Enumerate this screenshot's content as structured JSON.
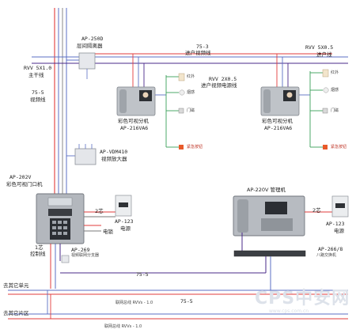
{
  "labels": {
    "ap250d_model": "AP-250D",
    "ap250d_name": "层间隔离器",
    "rvv5x10": "RVV 5X1.0",
    "main_trunk": "主干线",
    "cable_75_5_top": "75-5",
    "video_line": "视频线",
    "cable_75_3": "75-3",
    "home_video_line": "进户视频线",
    "rvv5x05": "RVV 5X0.5",
    "home_line": "进户线",
    "rvv2x05": "RVV 2X0.5",
    "home_video_power_line": "进户视频电源线",
    "indoor_name_1": "彩色可视分机",
    "indoor_model_1": "AP-216VA6",
    "indoor_name_2": "彩色可视分机",
    "indoor_model_2": "AP-216VA6",
    "vdm_model": "AP-VDM410",
    "vdm_name": "视频放大器",
    "ap202v_model": "AP-202V",
    "ap202v_name": "彩色可视门口机",
    "two_core_left": "2芯",
    "ap123_left_model": "AP-123",
    "ap123_left_name": "电源",
    "lock": "电锁",
    "one_core": "1芯",
    "control_line": "控制线",
    "ap269_model": "AP-269",
    "ap269_name": "视频联网分支器",
    "ap220v": "AP-220V 管理机",
    "two_core_right": "2芯",
    "ap123_right_model": "AP-123",
    "ap123_right_name": "电源",
    "ap266_model": "AP-266/8",
    "ap266_name": "八路交换机",
    "cable_75_5_mid": "75-5",
    "to_other_unit": "去其它单元",
    "bus_1": "联网总线 RVVs - 1.0",
    "cable_75_5_low": "75-5",
    "to_other_area": "去其它片区",
    "bus_2": "联网总线 RVVs - 1.0",
    "dev_r1": "红外",
    "dev_r2": "烟感",
    "dev_r3": "门磁",
    "dev_r4": "紧急按钮",
    "dev_b1": "红外",
    "dev_b2": "烟感",
    "dev_b3": "门磁",
    "dev_b4": "紧急按钮",
    "watermark": "CPS中安网",
    "watermark_url": "www.cps.com.cn"
  },
  "colors": {
    "red_line": "#e23b3b",
    "blue_line": "#5b6fc4",
    "purple_line": "#4a2a8a",
    "green_line": "#3aa05a",
    "gray_line": "#7a7a7a",
    "device_gray": "#b8bcc2",
    "device_dark": "#3c3f44"
  }
}
